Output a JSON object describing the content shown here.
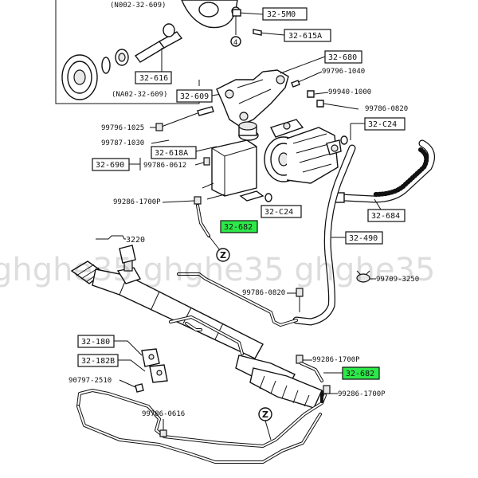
{
  "watermark": "ghghe35  ghghe35  ghghe35",
  "highlight_color": "#2ee84a",
  "labels": {
    "n002": "(N002-32-609)",
    "na02": "(NA02-32-609)",
    "c32_5m0": "32-5M0",
    "c32_615a": "32-615A",
    "c32_616": "32-616",
    "c32_609": "32-609",
    "c32_680": "32-680",
    "c99796_1040": "99796-1040",
    "c99940_1000": "99940-1000",
    "c99786_0820a": "99786-0820",
    "c32_c24a": "32-C24",
    "c99796_1025": "99796-1025",
    "c99787_1030": "99787-1030",
    "c32_618a": "32-618A",
    "c32_690": "32-690",
    "c99786_0612": "99786-0612",
    "c99286_1700p_a": "99286-1700P",
    "c32_c24b": "32-C24",
    "c32_684": "32-684",
    "c32_682a": "32-682",
    "c32_490": "32-490",
    "c3220": "3220",
    "c99709_3250": "99709-3250",
    "c99786_0820b": "99786-0820",
    "c32_180": "32-180",
    "c32_182b": "32-182B",
    "c90797_2510": "90797-2510",
    "c99286_1700p_b": "99286-1700P",
    "c32_682b": "32-682",
    "c99286_1700p_c": "99286-1700P",
    "c99786_0616": "99786-0616",
    "num4": "4",
    "z1": "Z",
    "z2": "Z"
  }
}
